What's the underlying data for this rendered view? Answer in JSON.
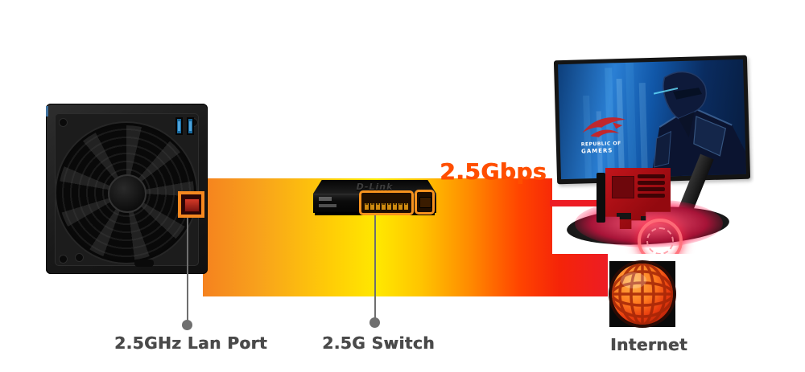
{
  "page": {
    "background": "#ffffff"
  },
  "speed_banner": {
    "text": "2.5Gbps",
    "color": "#ff4e00"
  },
  "flow_band": {
    "gradient": [
      "#f5821f",
      "#ffce06",
      "#ffe800",
      "#ff8a00",
      "#ff4500",
      "#ed1c24"
    ],
    "direction": "left-to-right"
  },
  "nas": {
    "label": "2.5GHz Lan Port",
    "highlight_color": "#f5881f"
  },
  "switch": {
    "label": "2.5G Switch",
    "brand": "D-Link",
    "highlight_color": "#f6921e",
    "highlighted_port_count": 8
  },
  "monitor": {
    "screen_brand_line1": "REPUBLIC OF",
    "screen_brand_line2": "GAMERS",
    "logo_color": "#c1272d"
  },
  "internet": {
    "label": "Internet",
    "globe_fill": "#ff6a1e",
    "globe_ring": "#2a0b05"
  },
  "connector": {
    "line_color": "#6f6f6f"
  },
  "caption_style": {
    "color": "#4a4a4a"
  }
}
